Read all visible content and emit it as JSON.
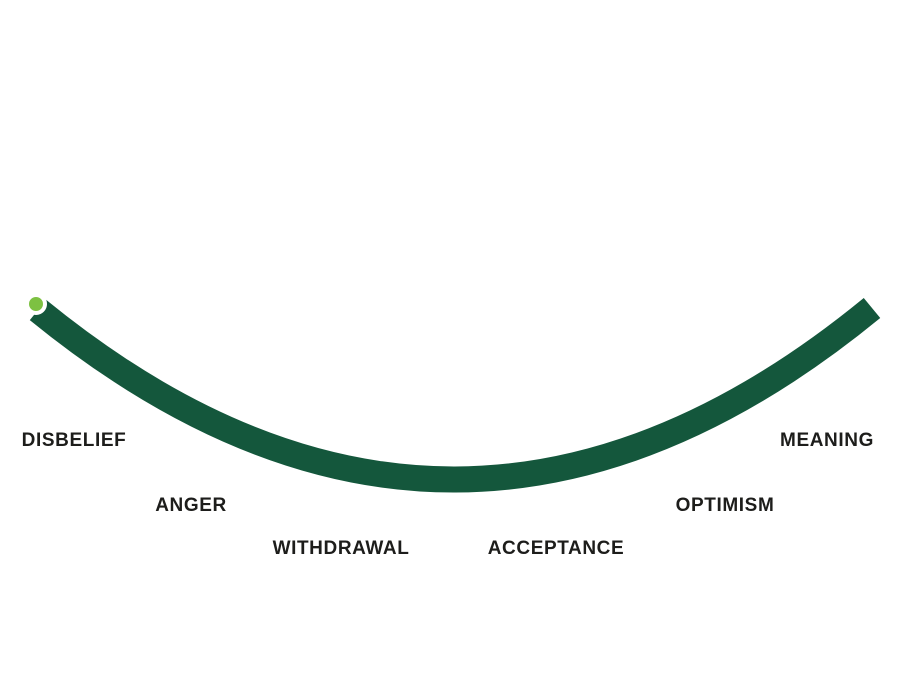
{
  "diagram": {
    "name": "change-curve",
    "stages": [
      {
        "id": "disbelief",
        "label": "DISBELIEF"
      },
      {
        "id": "anger",
        "label": "ANGER"
      },
      {
        "id": "withdrawal",
        "label": "WITHDRAWAL"
      },
      {
        "id": "acceptance",
        "label": "ACCEPTANCE"
      },
      {
        "id": "optimism",
        "label": "OPTIMISM"
      },
      {
        "id": "meaning",
        "label": "MEANING"
      }
    ],
    "colors": {
      "curve": "#14573C",
      "start_dot": "#7DC142",
      "start_dot_ring": "#FFFFFF",
      "text": "#1D1D1B",
      "background": "#FFFFFF"
    }
  }
}
